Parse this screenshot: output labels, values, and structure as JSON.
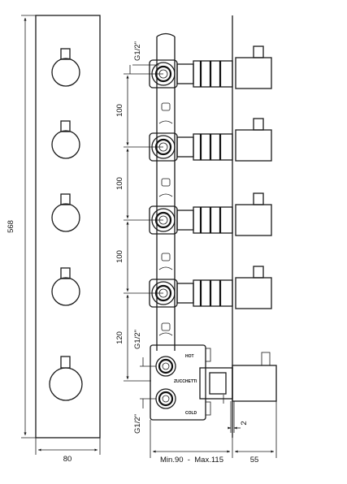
{
  "front_view": {
    "height_label": "568",
    "width_label": "80",
    "knob_count": 5
  },
  "side_view": {
    "outlet_pitch_labels": [
      "100",
      "100",
      "100"
    ],
    "pitch_to_mixer_label": "120",
    "thread_top_label": "G1/2\"",
    "thread_mixer_top_label": "G1/2\"",
    "thread_mixer_bottom_label": "G1/2\"",
    "depth_range_label": "Min.90  -  Max.115",
    "depth_handle_label": "55",
    "gap_label": "2",
    "hot_label": "HOT",
    "cold_label": "COLD",
    "brand_label": "ZUCCHETTI"
  }
}
